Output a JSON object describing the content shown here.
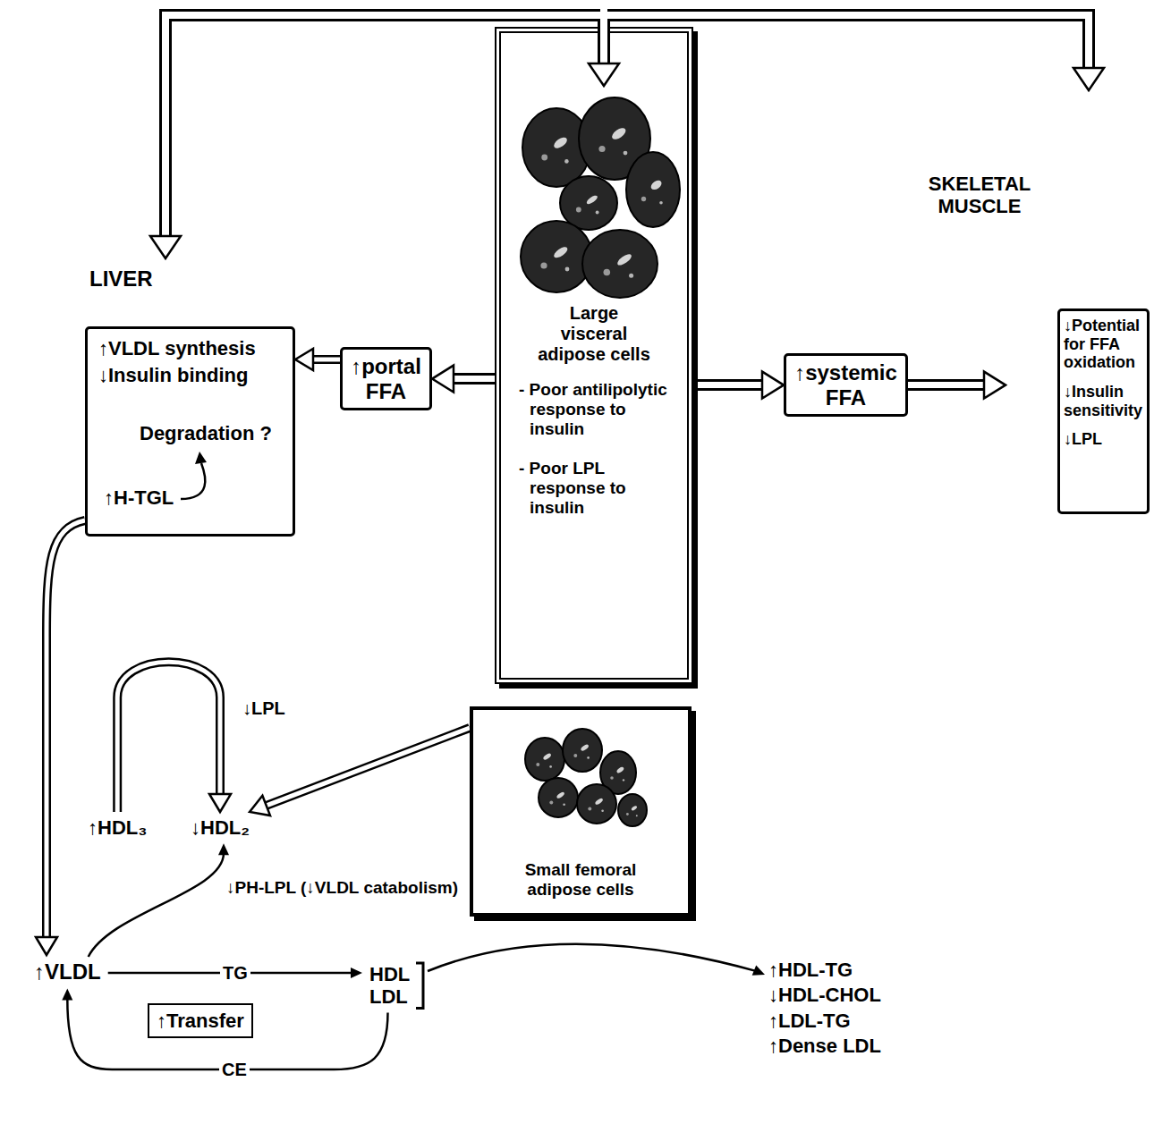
{
  "diagram": {
    "nodes": [
      {
        "text": [
          "LIVER"
        ]
      },
      {
        "text": [
          "↑VLDL synthesis",
          "↓Insulin binding",
          "Degradation ?",
          "↑H-TGL"
        ],
        "in": 0
      },
      {
        "text": [
          "↑portal FFA"
        ]
      },
      {
        "text": [
          "Large visceral adipose cells",
          "- Poor antilipolytic response to insulin",
          "- Poor LPL response to insulin"
        ]
      },
      {
        "text": [
          "↑systemic FFA"
        ]
      },
      {
        "text": [
          "SKELETAL MUSCLE"
        ]
      },
      {
        "text": [
          "↓Potential for FFA oxidation",
          "↓Insulin sensitivity",
          "↓LPL"
        ],
        "in": 5
      },
      {
        "text": [
          "Small femoral adipose cells"
        ]
      },
      {
        "text": [
          "↑HDL₃"
        ]
      },
      {
        "text": [
          "↓HDL₂"
        ]
      },
      {
        "text": [
          "↑VLDL"
        ]
      },
      {
        "text": [
          "↑Transfer"
        ]
      },
      {
        "text": [
          "HDL LDL"
        ]
      },
      {
        "text": [
          "↑HDL-TG",
          "↓HDL-CHOL",
          "↑LDL-TG",
          "↑Dense LDL"
        ]
      }
    ],
    "edges": [
      {
        "from": 3,
        "to": 2,
        "arrow": "to"
      },
      {
        "from": 2,
        "to": 1,
        "arrow": "to"
      },
      {
        "from": 3,
        "to": 4,
        "arrow": "to"
      },
      {
        "from": 4,
        "to": 5,
        "arrow": "to"
      },
      {
        "from": 1,
        "to": 10,
        "arrow": "to"
      },
      {
        "from": 8,
        "to": 9,
        "arrow": "to"
      },
      {
        "from": 7,
        "to": 9,
        "label": "↓LPL",
        "arrow": "to"
      },
      {
        "from": 10,
        "to": 9,
        "label": "↓PH-LPL (↓VLDL catabolism)",
        "arrow": "to"
      },
      {
        "from": 10,
        "to": 12,
        "label": "TG",
        "arrow": "to"
      },
      {
        "from": 12,
        "to": 10,
        "label": "CE",
        "arrow": "to"
      },
      {
        "from": 12,
        "to": 13,
        "arrow": "to"
      }
    ]
  }
}
